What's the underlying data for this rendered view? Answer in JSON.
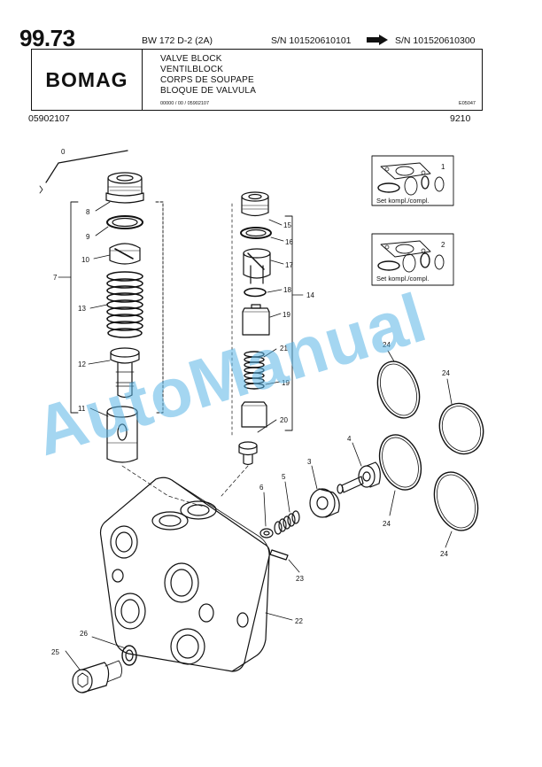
{
  "header": {
    "page_number": "99.73",
    "model": "BW 172 D-2 (2A)",
    "serial_from": "S/N 101520610101",
    "serial_to": "S/N 101520610300",
    "brand": "BOMAG",
    "titles": [
      "VALVE BLOCK",
      "VENTILBLOCK",
      "CORPS DE SOUPAPE",
      "BLOQUE DE VALVULA"
    ],
    "doc_code": "00000 / 00 / 05902107",
    "figure_code": "E05047",
    "part_number": "05902107",
    "date_code": "9210"
  },
  "kits": [
    {
      "label": "Set kompl./compl.",
      "number": "1"
    },
    {
      "label": "Set kompl./compl.",
      "number": "2"
    }
  ],
  "callouts": [
    "0",
    "1",
    "2",
    "3",
    "4",
    "5",
    "6",
    "7",
    "8",
    "9",
    "10",
    "11",
    "12",
    "13",
    "14",
    "15",
    "16",
    "17",
    "18",
    "19",
    "19",
    "20",
    "21",
    "22",
    "23",
    "24",
    "24",
    "24",
    "24",
    "25",
    "26"
  ],
  "watermark": "AutoManual",
  "colors": {
    "ink": "#111111",
    "watermark": "#5ab4e6"
  }
}
